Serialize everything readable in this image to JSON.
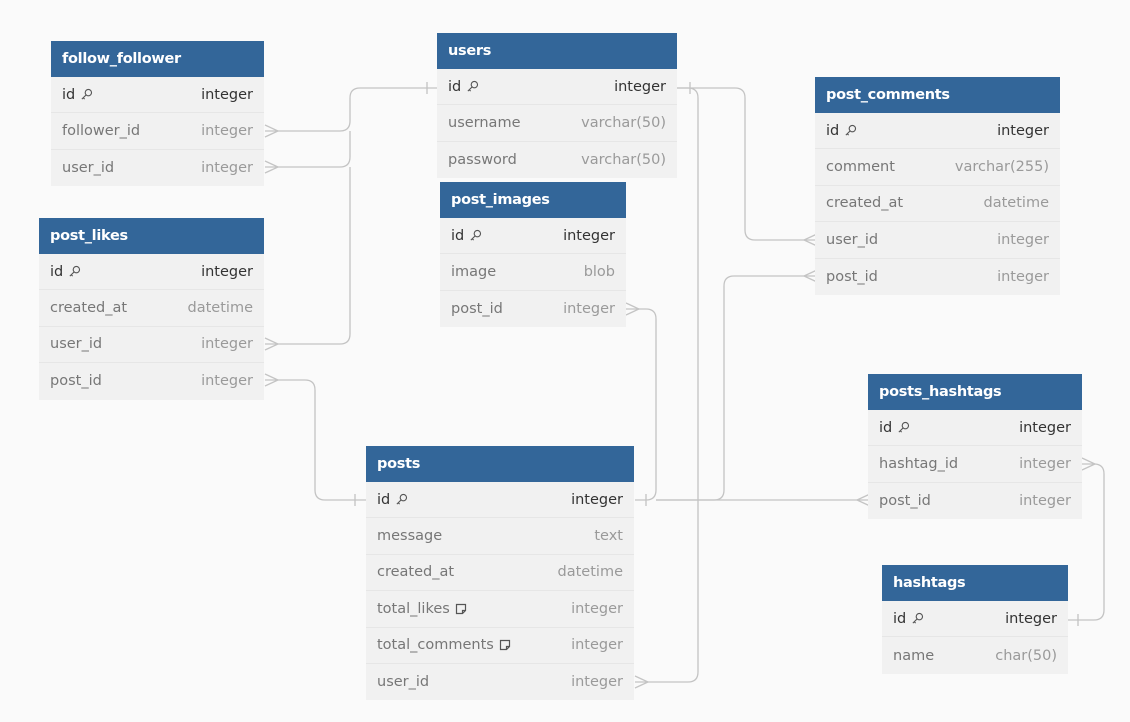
{
  "tables": [
    {
      "id": "follow_follower",
      "name": "follow_follower",
      "columns": [
        {
          "name": "id",
          "type": "integer",
          "pk": true
        },
        {
          "name": "follower_id",
          "type": "integer"
        },
        {
          "name": "user_id",
          "type": "integer"
        }
      ]
    },
    {
      "id": "users",
      "name": "users",
      "columns": [
        {
          "name": "id",
          "type": "integer",
          "pk": true
        },
        {
          "name": "username",
          "type": "varchar(50)"
        },
        {
          "name": "password",
          "type": "varchar(50)"
        }
      ]
    },
    {
      "id": "post_comments",
      "name": "post_comments",
      "columns": [
        {
          "name": "id",
          "type": "integer",
          "pk": true
        },
        {
          "name": "comment",
          "type": "varchar(255)"
        },
        {
          "name": "created_at",
          "type": "datetime"
        },
        {
          "name": "user_id",
          "type": "integer"
        },
        {
          "name": "post_id",
          "type": "integer"
        }
      ]
    },
    {
      "id": "post_images",
      "name": "post_images",
      "columns": [
        {
          "name": "id",
          "type": "integer",
          "pk": true
        },
        {
          "name": "image",
          "type": "blob"
        },
        {
          "name": "post_id",
          "type": "integer"
        }
      ]
    },
    {
      "id": "post_likes",
      "name": "post_likes",
      "columns": [
        {
          "name": "id",
          "type": "integer",
          "pk": true
        },
        {
          "name": "created_at",
          "type": "datetime"
        },
        {
          "name": "user_id",
          "type": "integer"
        },
        {
          "name": "post_id",
          "type": "integer"
        }
      ]
    },
    {
      "id": "posts_hashtags",
      "name": "posts_hashtags",
      "columns": [
        {
          "name": "id",
          "type": "integer",
          "pk": true
        },
        {
          "name": "hashtag_id",
          "type": "integer"
        },
        {
          "name": "post_id",
          "type": "integer"
        }
      ]
    },
    {
      "id": "posts",
      "name": "posts",
      "columns": [
        {
          "name": "id",
          "type": "integer",
          "pk": true
        },
        {
          "name": "message",
          "type": "text"
        },
        {
          "name": "created_at",
          "type": "datetime"
        },
        {
          "name": "total_likes",
          "type": "integer",
          "note": true
        },
        {
          "name": "total_comments",
          "type": "integer",
          "note": true
        },
        {
          "name": "user_id",
          "type": "integer"
        }
      ]
    },
    {
      "id": "hashtags",
      "name": "hashtags",
      "columns": [
        {
          "name": "id",
          "type": "integer",
          "pk": true
        },
        {
          "name": "name",
          "type": "char(50)"
        }
      ]
    }
  ],
  "colors": {
    "header": "#336699",
    "line": "#c4c4c4",
    "background": "#fafafa"
  }
}
